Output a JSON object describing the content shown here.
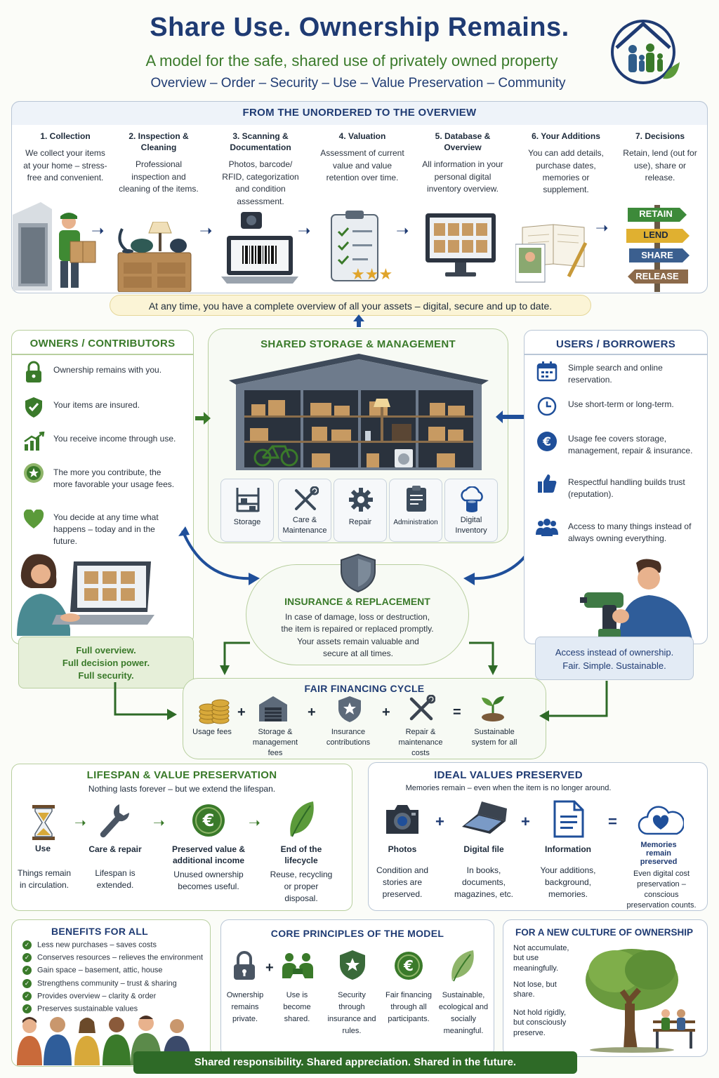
{
  "header": {
    "title": "Share Use. Ownership Remains.",
    "subtitle": "A model for the safe, shared use of privately owned property",
    "tagline": "Overview – Order – Security – Use – Value Preservation – Community"
  },
  "process": {
    "title": "FROM THE UNORDERED TO THE OVERVIEW",
    "steps": [
      {
        "title": "1. Collection",
        "desc": "We collect your items at your home – stress-free and convenient."
      },
      {
        "title": "2. Inspection & Cleaning",
        "desc": "Professional inspection and cleaning of the items."
      },
      {
        "title": "3. Scanning & Documentation",
        "desc": "Photos, barcode/ RFID, categorization and condition assessment."
      },
      {
        "title": "4. Valuation",
        "desc": "Assessment of current value and value retention over time."
      },
      {
        "title": "5. Database & Overview",
        "desc": "All information in your personal digital inventory overview."
      },
      {
        "title": "6. Your Additions",
        "desc": "You can add details, purchase dates, memories or supplement."
      },
      {
        "title": "7. Decisions",
        "desc": "Retain, lend (out for use), share or release."
      }
    ],
    "signs": [
      "RETAIN",
      "LEND",
      "SHARE",
      "RELEASE"
    ],
    "footer": "At any  time, you have a complete overview of all your assets – digital, secure and up to date."
  },
  "owners": {
    "title": "OWNERS / CONTRIBUTORS",
    "items": [
      "Ownership remains with you.",
      "Your items are insured.",
      "You receive income through use.",
      "The more you contribute, the more favorable your usage fees.",
      "You decide at any time what happens – today and in the future."
    ],
    "summary": [
      "Full overview.",
      "Full decision power.",
      "Full security."
    ]
  },
  "storage": {
    "title": "SHARED STORAGE & MANAGEMENT",
    "tiles": [
      "Storage",
      "Care & Maintenance",
      "Repair",
      "Administration",
      "Digital Inventory"
    ]
  },
  "users": {
    "title": "USERS / BORROWERS",
    "items": [
      "Simple search and online reservation.",
      "Use short-term or long-term.",
      "Usage fee covers storage, management, repair & insurance.",
      "Respectful handling builds trust (reputation).",
      "Access to many things instead of always owning everything."
    ],
    "summary": [
      "Access instead of ownership.",
      "Fair. Simple. Sustainable."
    ]
  },
  "insurance": {
    "title": "INSURANCE & REPLACEMENT",
    "text1": "In case of damage, loss or destruction, the item is repaired or replaced promptly.",
    "text2": "Your assets remain valuable and secure at all times."
  },
  "financing": {
    "title": "FAIR FINANCING CYCLE",
    "items": [
      "Usage fees",
      "Storage & management fees",
      "Insurance contributions",
      "Repair & maintenance costs",
      "Sustainable system for all"
    ],
    "ops": [
      "+",
      "+",
      "+",
      "="
    ]
  },
  "lifespan": {
    "title": "LIFESPAN & VALUE PRESERVATION",
    "subtitle": "Nothing lasts forever – but we extend the lifespan.",
    "stages": [
      {
        "title": "Use",
        "desc": "Things remain in circulation."
      },
      {
        "title": "Care & repair",
        "desc": "Lifespan is extended."
      },
      {
        "title": "Preserved value & additional income",
        "desc": "Unused ownership becomes useful."
      },
      {
        "title": "End of the lifecycle",
        "desc": "Reuse, recycling or proper disposal."
      }
    ]
  },
  "ideal": {
    "title": "IDEAL VALUES PRESERVED",
    "subtitle": "Memories remain – even when the item is no longer around.",
    "items": [
      {
        "title": "Photos",
        "desc": "Condition and stories are preserved."
      },
      {
        "title": "Digital file",
        "desc": "In books, documents, magazines, etc."
      },
      {
        "title": "Information",
        "desc": "Your additions, background, memories."
      },
      {
        "title": "Memories remain preserved",
        "desc": "Even digital cost preservation – conscious preservation counts."
      }
    ],
    "ops": [
      "+",
      "+",
      "="
    ]
  },
  "benefits": {
    "title": "BENEFITS FOR ALL",
    "items": [
      "Less new purchases – saves costs",
      "Conserves resources – relieves the environment",
      "Gain space – basement, attic, house",
      "Strengthens community – trust & sharing",
      "Provides overview – clarity & order",
      "Preserves sustainable values"
    ]
  },
  "principles": {
    "title": "CORE PRINCIPLES OF THE MODEL",
    "items": [
      "Ownership remains private.",
      "Use is become shared.",
      "Security through insurance and rules.",
      "Fair financing through all participants.",
      "Sustainable, ecological and socially meaningful."
    ],
    "op": "+"
  },
  "culture": {
    "title": "FOR A NEW CULTURE OF OWNERSHIP",
    "items": [
      "Not accumulate, but use meaningfully.",
      "Not lose, but share.",
      "Not hold rigidly, but consciously preserve."
    ]
  },
  "footer": {
    "banner": "Shared responsibility. Shared appreciation. Shared in the future."
  },
  "colors": {
    "navy": "#1f3b73",
    "green": "#3a7a2a",
    "lightGreen": "#e6efd9",
    "lightBlue": "#e3ebf5"
  }
}
